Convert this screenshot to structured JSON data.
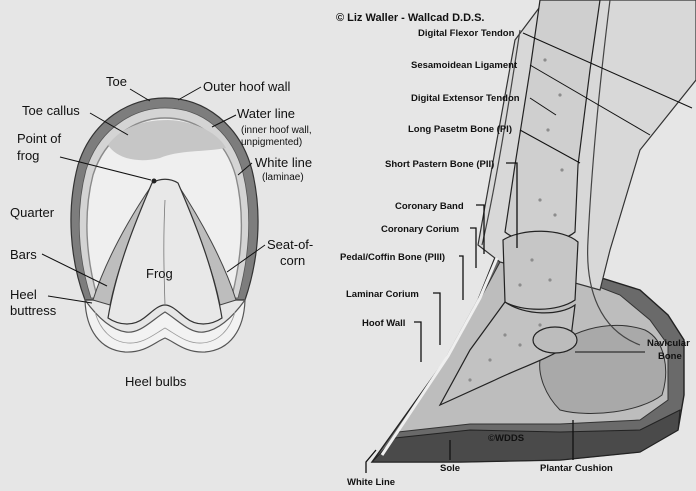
{
  "copyright": "© Liz Waller - Wallcad D.D.S.",
  "watermark": "©WDDS",
  "colors": {
    "background": "#e6e6e6",
    "hoof_wall": "#7d7d7d",
    "white_line": "#b4b4b4",
    "toe_callus": "#c8c8c8",
    "bone": "#cfcfcf",
    "outline": "#222222"
  },
  "solar_view": {
    "toe": "Toe",
    "outer_hoof_wall": "Outer hoof wall",
    "toe_callus": "Toe callus",
    "water_line": "Water line",
    "water_line_note_1": "(inner hoof wall,",
    "water_line_note_2": "unpigmented)",
    "point_of_frog_1": "Point of",
    "point_of_frog_2": "frog",
    "white_line": "White line",
    "white_line_note": "(laminae)",
    "quarter": "Quarter",
    "bars": "Bars",
    "seat_of_corn_1": "Seat-of-",
    "seat_of_corn_2": "corn",
    "frog": "Frog",
    "heel_buttress_1": "Heel",
    "heel_buttress_2": "buttress",
    "heel_bulbs": "Heel bulbs"
  },
  "section_view": {
    "digital_flexor_tendon": "Digital Flexor Tendon",
    "sesamoidean_ligament": "Sesamoidean Ligament",
    "digital_extensor_tendon": "Digital Extensor Tendon",
    "long_pastern_bone": "Long Pasetm Bone (PI)",
    "short_pastern_bone": "Short Pastern Bone (PII)",
    "coronary_band": "Coronary Band",
    "coronary_corium": "Coronary Corium",
    "coffin_bone": "Pedal/Coffin Bone (PIII)",
    "laminar_corium": "Laminar Corium",
    "hoof_wall": "Hoof Wall",
    "navicular_bone_1": "Navicular",
    "navicular_bone_2": "Bone",
    "white_line": "White Line",
    "sole": "Sole",
    "plantar_cushion": "Plantar Cushion"
  }
}
